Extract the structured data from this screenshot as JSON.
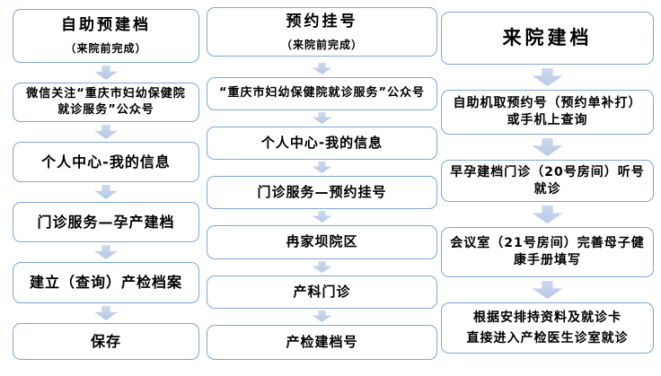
{
  "colors": {
    "box_border": "#7ea6d8",
    "arrow_fill": "#b7c9e5",
    "arrow_fill_light": "#ccd9ee",
    "text": "#000000",
    "background": "#ffffff"
  },
  "columns": [
    {
      "header": {
        "title": "自助预建档",
        "subtitle": "（来院前完成）"
      },
      "steps": [
        "微信关注“重庆市妇幼保健院\n就诊服务”公众号",
        "个人中心-我的信息",
        "门诊服务—孕产建档",
        "建立（查询）产检档案",
        "保存"
      ]
    },
    {
      "header": {
        "title": "预约挂号",
        "subtitle": "（来院前完成）"
      },
      "steps": [
        "“重庆市妇幼保健院就诊服务”公众号",
        "个人中心-我的信息",
        "门诊服务—预约挂号",
        "冉家坝院区",
        "产科门诊",
        "产检建档号"
      ]
    },
    {
      "header": {
        "title": "来院建档"
      },
      "steps": [
        "自助机取预约号（预约单补打）\n或手机上查询",
        "早孕建档门诊（20号房间）听号\n就诊",
        "会议室（21号房间）完善母子健\n康手册填写",
        "根据安排持资料及就诊卡\n直接进入产检医生诊室就诊"
      ]
    }
  ]
}
